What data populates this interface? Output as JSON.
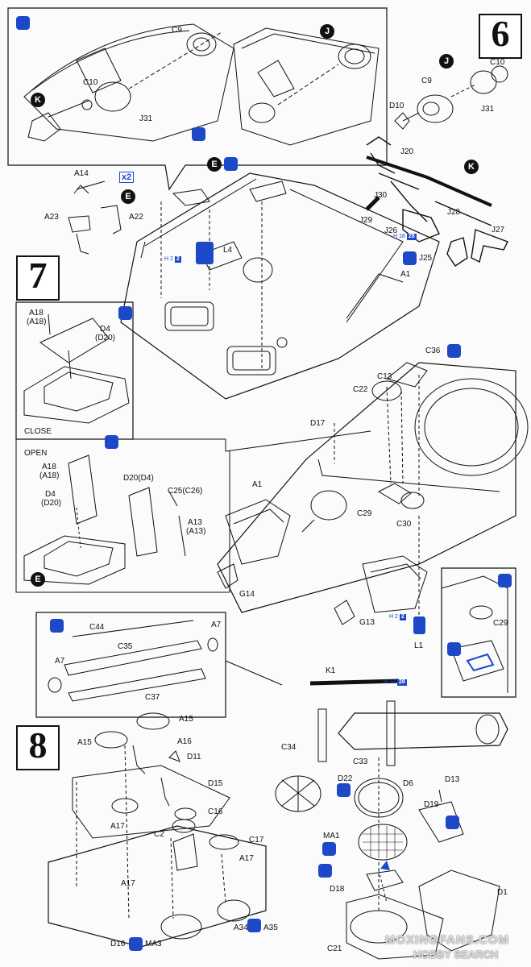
{
  "steps": {
    "six": "6",
    "seven": "7",
    "eight": "8"
  },
  "markers": {
    "J": "J",
    "K": "K",
    "E": "E"
  },
  "multiplier": "x2",
  "notes": {
    "close": "CLOSE",
    "open": "OPEN"
  },
  "paint_code": {
    "h": "H",
    "a": "2",
    "b": "18",
    "c": "28"
  },
  "labels": {
    "C9_a": "C9",
    "C10_a": "C10",
    "J31_a": "J31",
    "C10_b": "C10",
    "C9_b": "C9",
    "J31_b": "J31",
    "D10": "D10",
    "J20": "J20",
    "J30": "J30",
    "J29": "J29",
    "J26": "J26",
    "J28": "J28",
    "J27": "J27",
    "J25": "J25",
    "A14": "A14",
    "A23": "A23",
    "A22": "A22",
    "L4": "L4",
    "A1_a": "A1",
    "A18_a": "A18",
    "A18p_a": "(A18)",
    "D4_a": "D4",
    "D20p_a": "(D20)",
    "C36": "C36",
    "C13": "C13",
    "C22": "C22",
    "D17": "D17",
    "A18_b": "A18",
    "A18p_b": "(A18)",
    "D4_b": "D4",
    "D20p_b": "(D20)",
    "D20D4": "D20(D4)",
    "C25C26": "C25(C26)",
    "A13": "A13",
    "A13p": "(A13)",
    "A1_b": "A1",
    "C29_a": "C29",
    "C30": "C30",
    "G14": "G14",
    "G13": "G13",
    "L1": "L1",
    "C29_b": "C29",
    "C44": "C44",
    "A7_a": "A7",
    "C35": "C35",
    "A7_b": "A7",
    "C37": "C37",
    "K1": "K1",
    "A15_a": "A15",
    "A15_b": "A15",
    "A16": "A16",
    "D11": "D11",
    "D15": "D15",
    "C16": "C16",
    "C34": "C34",
    "C33": "C33",
    "A17_a": "A17",
    "C2": "C2",
    "C17": "C17",
    "A17_b": "A17",
    "D22": "D22",
    "D6": "D6",
    "D13": "D13",
    "D19": "D19",
    "MA1": "MA1",
    "A17_c": "A17",
    "D18": "D18",
    "D1x": "D1",
    "A34": "A34",
    "A35": "A35",
    "D16": "D16",
    "MA3": "MA3",
    "C21": "C21"
  },
  "watermark": {
    "line1": "MOXINGFANS.COM",
    "line2": "HOBBY SEARCH"
  }
}
